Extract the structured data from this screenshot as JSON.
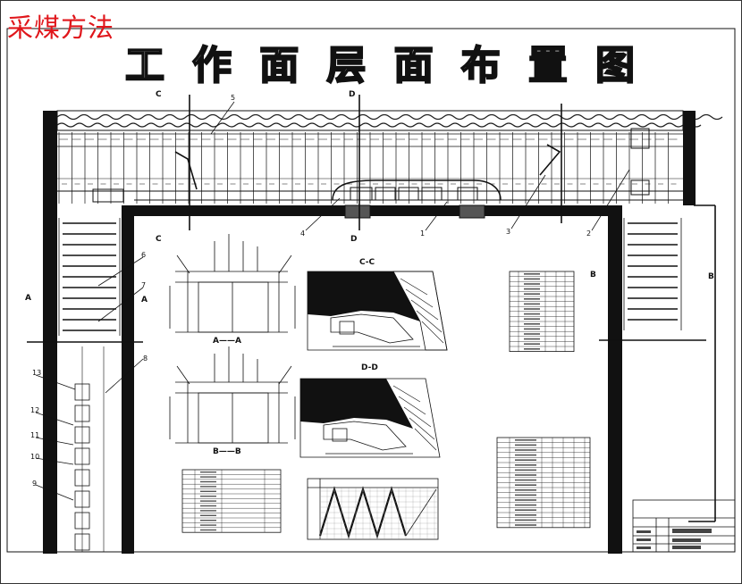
{
  "watermark": "采煤方法",
  "title_chars": [
    "工",
    "作",
    "面",
    "层",
    "面",
    "布",
    "置",
    "图"
  ],
  "section_marks": {
    "c_top": "C",
    "d_top": "D",
    "c_bot": "C",
    "d_bot": "D",
    "a_left": "A",
    "a_mid": "A",
    "b_right": "B",
    "b_mid": "B"
  },
  "callouts": {
    "c3": "3",
    "c4": "4",
    "c1": "1",
    "c2": "2",
    "c8": "8",
    "c6": "6",
    "c7": "7",
    "c5": "5",
    "c13": "13",
    "c12": "12",
    "c11": "11",
    "c10": "10",
    "c9": "9"
  },
  "section_titles": {
    "aa": "A——A",
    "bb": "B——B",
    "cc": "C-C",
    "dd": "D-D"
  }
}
